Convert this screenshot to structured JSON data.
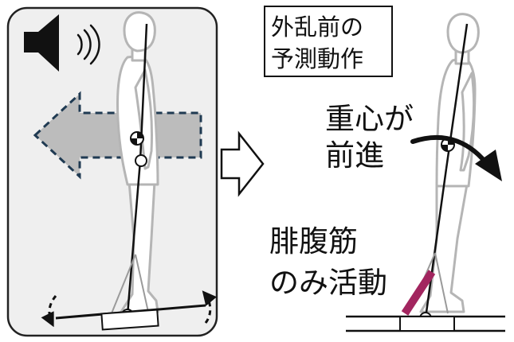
{
  "colors": {
    "panel_fill": "#efefef",
    "panel_border": "#222222",
    "body_outline": "#b5b5b5",
    "stick": "#111111",
    "muscle": "#a2255f",
    "arrow_fill": "#bcbcbc",
    "arrow_dash": "#1f3a52"
  },
  "icons": {
    "speaker": "speaker-icon",
    "sound": "sound-waves-icon"
  },
  "labels": {
    "anticipation": [
      "外乱前の",
      "予測動作"
    ],
    "com_forward": [
      "重心が",
      "前進"
    ],
    "muscle": [
      "腓腹筋",
      "のみ活動"
    ]
  }
}
